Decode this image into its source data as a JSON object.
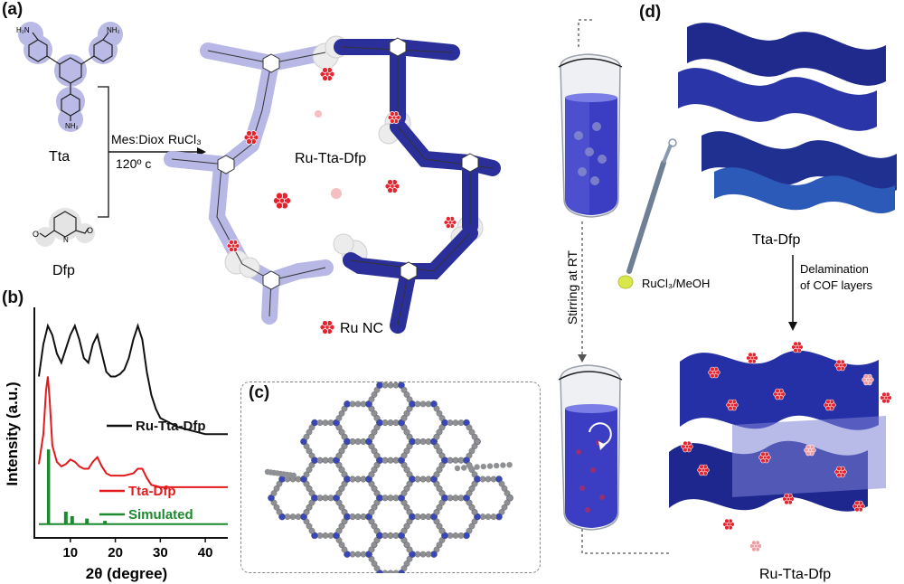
{
  "panels": {
    "a": "(a)",
    "b": "(b)",
    "c": "(c)",
    "d": "(d)"
  },
  "panel_a": {
    "monomer1": "Tta",
    "monomer2": "Dfp",
    "conditions1": "Mes:Diox",
    "conditions2": "120º c",
    "reagent": "RuCl₃",
    "product": "Ru-Tta-Dfp",
    "legend_label": "Ru NC",
    "atom_labels": [
      "H₂N",
      "NH₂",
      "NH₂",
      "N",
      "O",
      "O"
    ]
  },
  "panel_d": {
    "step1": "Stirring at RT",
    "reagent": "RuCl₃/MeOH",
    "top_label": "Tta-Dfp",
    "arrow_label_1": "Delamination",
    "arrow_label_2": "of COF layers",
    "bottom_label": "Ru-Tta-Dfp"
  },
  "colors": {
    "dark_blue": "#2b2f9a",
    "light_lavender": "#b7b8e6",
    "ru_red": "#e8232e",
    "black_trace": "#111111",
    "red_trace": "#e31a1c",
    "green_trace": "#1c8a2e"
  },
  "chart_data": {
    "type": "line",
    "xlabel": "2θ (degree)",
    "ylabel": "Intensity (a.u.)",
    "xlim": [
      2,
      45
    ],
    "xticks": [
      10,
      20,
      30,
      40
    ],
    "series": [
      {
        "name": "Ru-Tta-Dfp",
        "color": "#111111",
        "x": [
          3,
          4,
          5,
          6,
          7,
          8,
          9,
          10,
          11,
          12,
          13,
          14,
          15,
          16,
          17,
          18,
          19,
          20,
          21,
          22,
          23,
          24,
          25,
          26,
          27,
          28,
          29,
          30,
          32,
          34,
          36,
          38,
          40,
          42,
          45
        ],
        "y": [
          0.7,
          0.84,
          0.92,
          0.88,
          0.8,
          0.76,
          0.82,
          0.88,
          0.92,
          0.86,
          0.78,
          0.76,
          0.84,
          0.88,
          0.8,
          0.72,
          0.7,
          0.7,
          0.71,
          0.73,
          0.78,
          0.86,
          0.92,
          0.86,
          0.72,
          0.62,
          0.56,
          0.52,
          0.5,
          0.48,
          0.47,
          0.46,
          0.45,
          0.45,
          0.45
        ]
      },
      {
        "name": "Tta-Dfp",
        "color": "#e31a1c",
        "x": [
          3,
          4,
          4.6,
          5.0,
          5.4,
          6,
          7,
          8,
          9,
          10,
          11,
          12,
          13,
          14,
          15,
          16,
          17,
          18,
          19,
          20,
          22,
          24,
          25,
          26,
          27,
          28,
          30,
          35,
          40,
          45
        ],
        "y": [
          0.32,
          0.45,
          0.64,
          0.7,
          0.6,
          0.4,
          0.33,
          0.31,
          0.32,
          0.34,
          0.33,
          0.31,
          0.3,
          0.3,
          0.33,
          0.35,
          0.31,
          0.28,
          0.27,
          0.27,
          0.27,
          0.28,
          0.3,
          0.3,
          0.26,
          0.23,
          0.22,
          0.22,
          0.22,
          0.22
        ]
      },
      {
        "name": "Simulated",
        "color": "#1c8a2e",
        "x": [
          3,
          5.0,
          5.0,
          5.3,
          5.3,
          8.8,
          8.8,
          9.2,
          9.2,
          10.2,
          10.2,
          10.6,
          10.6,
          13.5,
          13.5,
          13.9,
          13.9,
          17.5,
          17.5,
          17.9,
          17.9,
          45
        ],
        "y": [
          0.06,
          0.06,
          0.38,
          0.38,
          0.06,
          0.06,
          0.11,
          0.11,
          0.06,
          0.06,
          0.09,
          0.09,
          0.06,
          0.06,
          0.08,
          0.08,
          0.06,
          0.06,
          0.07,
          0.07,
          0.06,
          0.06
        ]
      }
    ],
    "legend": [
      "Ru-Tta-Dfp",
      "Tta-Dfp",
      "Simulated"
    ],
    "legend_placement": "inside-right"
  }
}
